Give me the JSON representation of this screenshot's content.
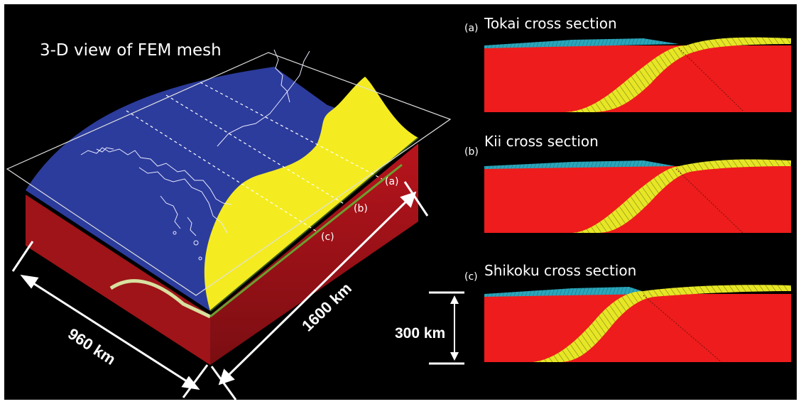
{
  "main_view": {
    "title": "3-D view of FEM mesh",
    "markers": [
      "(a)",
      "(b)",
      "(c)"
    ],
    "dim_width": "960 km",
    "dim_length": "1600 km"
  },
  "sections": [
    {
      "letter": "(a)",
      "title": "Tokai cross section"
    },
    {
      "letter": "(b)",
      "title": "Kii cross section"
    },
    {
      "letter": "(c)",
      "title": "Shikoku cross section"
    }
  ],
  "depth_label": "300 km",
  "colors": {
    "background": "#000000",
    "mantle": "#ee1c1c",
    "plate": "#f4ec20",
    "surface": "#2c3c9c",
    "ocean_layer": "#2aa6bb"
  }
}
